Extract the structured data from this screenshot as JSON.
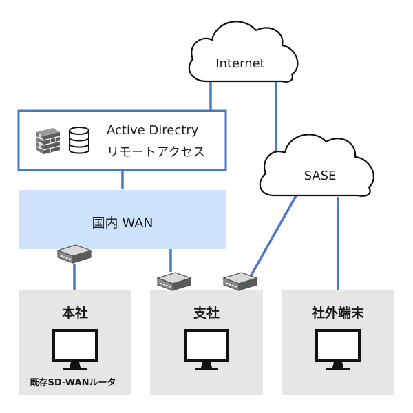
{
  "clouds": {
    "internet": {
      "label": "Internet"
    },
    "sase": {
      "label": "SASE"
    }
  },
  "ad_box": {
    "line1": "Active Directry",
    "line2": "リモートアクセス",
    "icons": [
      "firewall-icon",
      "database-icon"
    ]
  },
  "wan": {
    "label": "国内 WAN"
  },
  "sites": {
    "honsha": {
      "label": "本社",
      "sublabel": "既存SD-WANルータ"
    },
    "shisha": {
      "label": "支社"
    },
    "shagai": {
      "label": "社外端末"
    }
  },
  "colors": {
    "line": "#4a78c8",
    "box_border": "#4a78c8",
    "wan_fill": "#cfe2fb",
    "site_fill": "#e6e6e6",
    "cloud_stroke": "#111111"
  }
}
